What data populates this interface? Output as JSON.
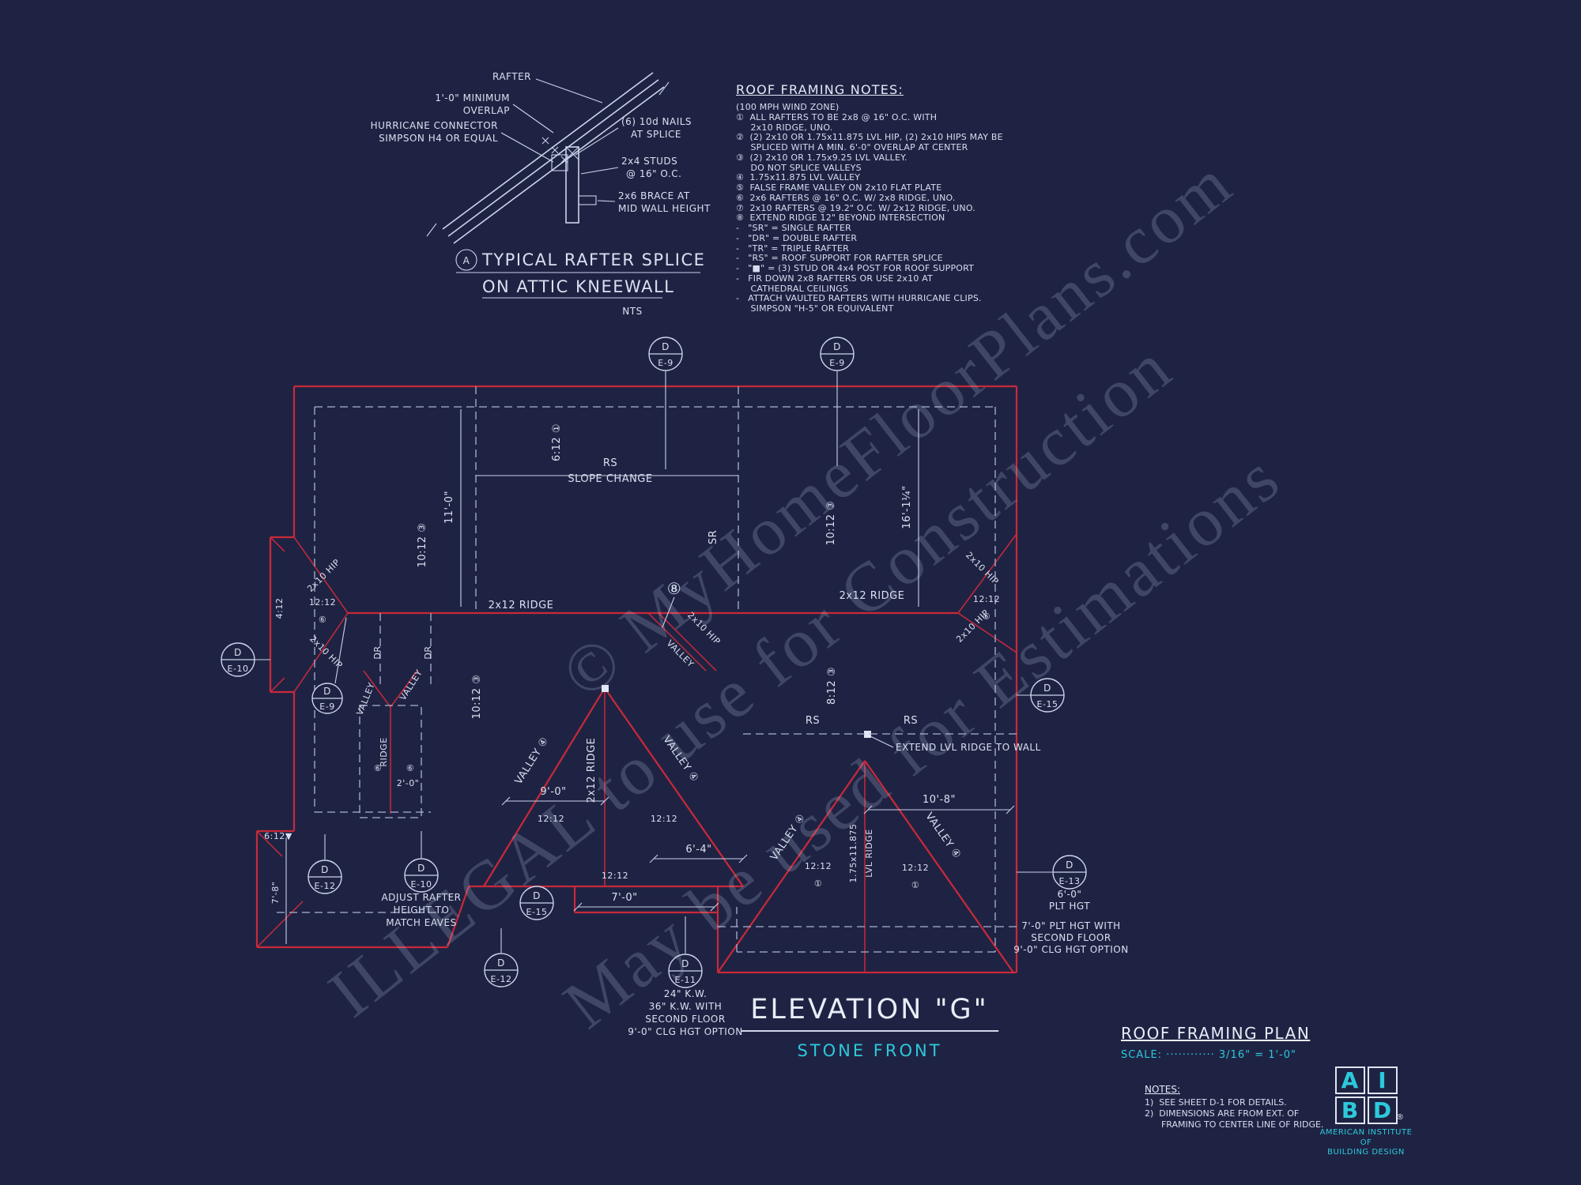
{
  "palette": {
    "background": "#1f2343",
    "roof_line_red": "#c9293a",
    "wall_line": "#a9b3d2",
    "text": "#dde3f0",
    "accent_cyan": "#2cc9db"
  },
  "detail": {
    "labels": {
      "rafter": "RAFTER",
      "overlap_1": "1'-0\" MINIMUM",
      "overlap_2": "OVERLAP",
      "hurricane_1": "HURRICANE CONNECTOR",
      "hurricane_2": "SIMPSON H4 OR EQUAL",
      "nails_1": "(6) 10d NAILS",
      "nails_2": "AT SPLICE",
      "studs_1": "2x4 STUDS",
      "studs_2": "@ 16\" O.C.",
      "brace_1": "2x6 BRACE AT",
      "brace_2": "MID WALL HEIGHT",
      "bubble": "A",
      "title_1": "TYPICAL RAFTER SPLICE",
      "title_2": "ON ATTIC KNEEWALL",
      "scale": "NTS"
    }
  },
  "notes": {
    "title": "ROOF FRAMING NOTES:",
    "body": "(100 MPH WIND ZONE)\n①  ALL RAFTERS TO BE 2x8 @ 16\" O.C. WITH\n     2x10 RIDGE, UNO.\n②  (2) 2x10 OR 1.75x11.875 LVL HIP, (2) 2x10 HIPS MAY BE\n     SPLICED WITH A MIN. 6'-0\" OVERLAP AT CENTER\n③  (2) 2x10 OR 1.75x9.25 LVL VALLEY.\n     DO NOT SPLICE VALLEYS\n④  1.75x11.875 LVL VALLEY\n⑤  FALSE FRAME VALLEY ON 2x10 FLAT PLATE\n⑥  2x6 RAFTERS @ 16\" O.C. W/ 2x8 RIDGE, UNO.\n⑦  2x10 RAFTERS @ 19.2\" O.C. W/ 2x12 RIDGE, UNO.\n⑧  EXTEND RIDGE 12\" BEYOND INTERSECTION\n-   \"SR\" = SINGLE RAFTER\n-   \"DR\" = DOUBLE RAFTER\n-   \"TR\" = TRIPLE RAFTER\n-   \"RS\" = ROOF SUPPORT FOR RAFTER SPLICE\n-   \"■\" = (3) STUD OR 4x4 POST FOR ROOF SUPPORT\n-   FIR DOWN 2x8 RAFTERS OR USE 2x10 AT\n     CATHEDRAL CEILINGS\n-   ATTACH VAULTED RAFTERS WITH HURRICANE CLIPS.\n     SIMPSON \"H-5\" OR EQUIVALENT"
  },
  "watermark": {
    "line1": "© MyHomeFloorPlans.com",
    "line2": "ILLEGAL to use for Construction",
    "line3": "May be used for Estimations"
  },
  "plan": {
    "ridge_2x12": "2x12 RIDGE",
    "hip_2x10": "2x10 HIP",
    "valley": "VALLEY",
    "valley_4": "VALLEY ④",
    "pitch_6_12": "6:12 ①",
    "pitch_10_12": "10:12 ③",
    "pitch_8_12": "8:12 ③",
    "pitch_12_12": "12:12",
    "pitch_4_12": "4:12",
    "pitch_6_12_dn": "6:12▼",
    "num_1": "①",
    "num_6": "⑥",
    "num_8": "⑧",
    "sr": "SR",
    "dr": "DR",
    "rs": "RS",
    "slope_change": "SLOPE CHANGE",
    "ridge_word": "RIDGE",
    "lvl_1": "1.75x11.875",
    "lvl_2": "LVL RIDGE",
    "extend_note": "EXTEND LVL RIDGE TO WALL",
    "dim_11_0": "11'-0\"",
    "dim_16_1": "16'-1¼\"",
    "dim_9_0": "9'-0\"",
    "dim_6_4": "6'-4\"",
    "dim_7_0": "7'-0\"",
    "dim_10_8": "10'-8\"",
    "dim_2_0": "2'-0\"",
    "dim_7_8": "7'-8\"",
    "d": "D",
    "e9": "E-9",
    "e10": "E-10",
    "e11": "E-11",
    "e12": "E-12",
    "e13": "E-13",
    "e15": "E-15",
    "adjust_1": "ADJUST RAFTER",
    "adjust_2": "HEIGHT TO",
    "adjust_3": "MATCH EAVES",
    "kw_1": "24\" K.W.",
    "kw_2": "36\" K.W. WITH",
    "kw_3": "SECOND FLOOR",
    "kw_4": "9'-0\" CLG HGT OPTION",
    "plt6_1": "6'-0\"",
    "plt6_2": "PLT HGT",
    "plt7_1": "7'-0\" PLT HGT WITH",
    "plt7_2": "SECOND FLOOR",
    "plt7_3": "9'-0\" CLG HGT OPTION"
  },
  "titles": {
    "elevation": "ELEVATION \"G\"",
    "elevation_sub": "STONE FRONT",
    "plan_title": "ROOF FRAMING PLAN",
    "plan_scale": "SCALE: ············ 3/16\" = 1'-0\""
  },
  "footer": {
    "notes_title": "NOTES:",
    "notes_body": "1)  SEE SHEET D-1 FOR DETAILS.\n2)  DIMENSIONS ARE FROM EXT. OF\n      FRAMING TO CENTER LINE OF RIDGE."
  },
  "logo": {
    "a": "A",
    "i": "I",
    "b": "B",
    "d": "D",
    "reg": "®",
    "org_1": "AMERICAN INSTITUTE",
    "org_2": "OF",
    "org_3": "BUILDING DESIGN"
  }
}
